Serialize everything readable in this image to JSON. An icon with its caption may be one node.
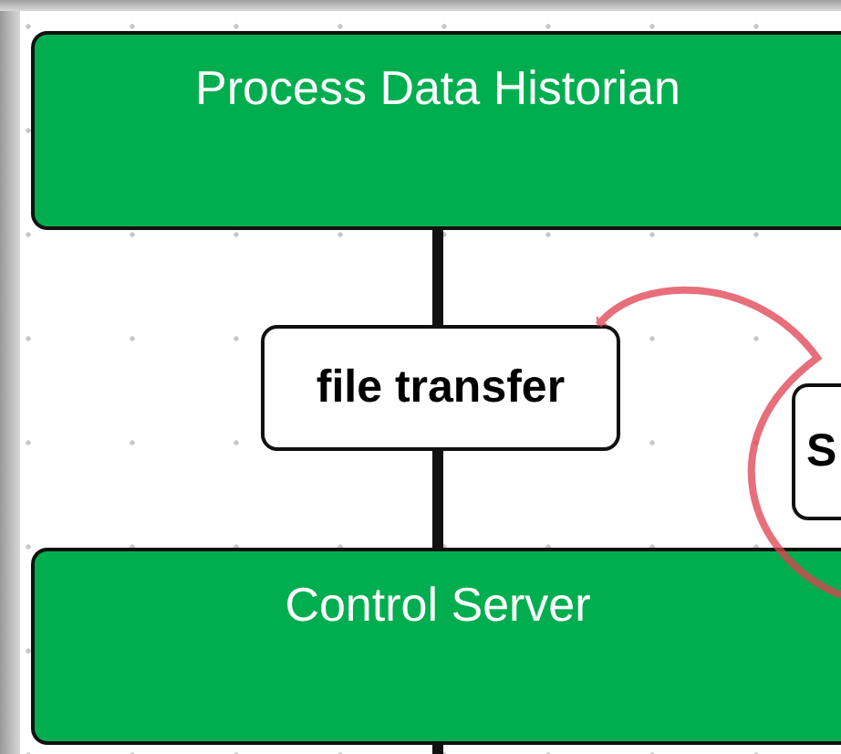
{
  "diagram": {
    "nodes": [
      {
        "text": [
          "Process Data Historian"
        ]
      },
      {
        "text": [
          "file transfer"
        ]
      },
      {
        "text": [
          "S"
        ]
      },
      {
        "text": [
          "Control Server"
        ]
      }
    ],
    "edges": [
      {
        "from": 0,
        "to": 1,
        "arrow": "none"
      },
      {
        "from": 1,
        "to": 3,
        "arrow": "none"
      },
      {
        "from": 3,
        "to": null,
        "arrow": "none"
      },
      {
        "from": 3,
        "to": 1,
        "arrow": "to",
        "color": "#e0404f"
      }
    ]
  }
}
